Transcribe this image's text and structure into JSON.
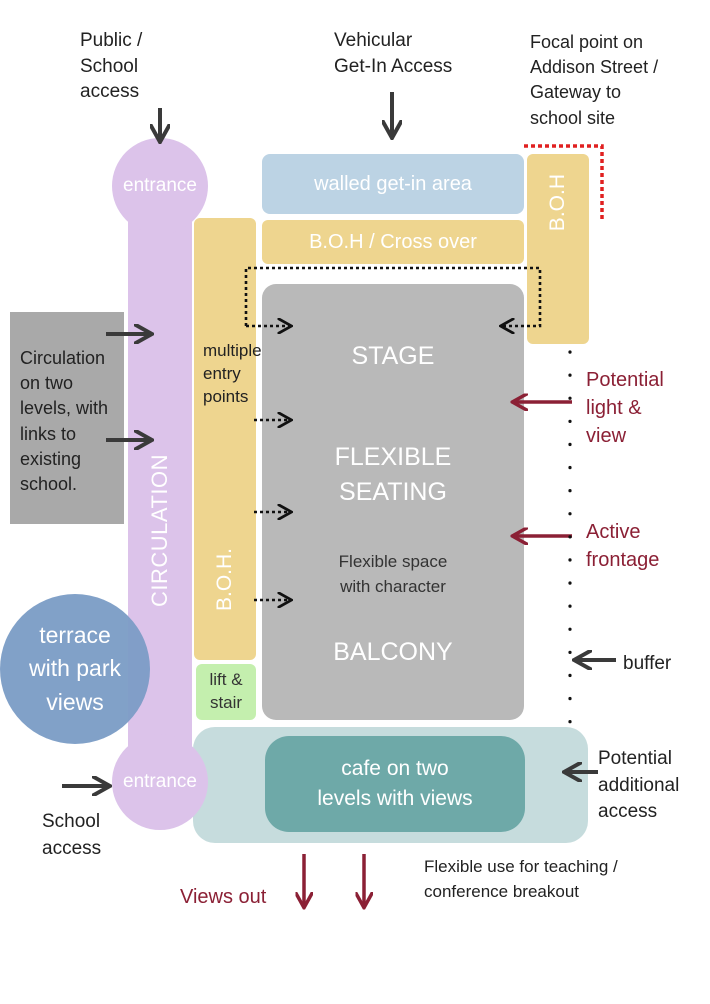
{
  "labels": {
    "public_school_access": "Public /\nSchool\naccess",
    "vehicular_access": "Vehicular\nGet-In Access",
    "focal_point": "Focal point on\nAddison Street /\nGateway to\nschool site",
    "circulation_note": "Circulation\non two\nlevels, with\nlinks to\nexisting\nschool.",
    "multiple_entry": "multiple\nentry\npoints",
    "potential_light": "Potential\nlight &\nview",
    "active_frontage": "Active\nfrontage",
    "buffer": "buffer",
    "potential_access": "Potential\nadditional\naccess",
    "school_access": "School\naccess",
    "views_out": "Views out",
    "flexible_use": "Flexible use for teaching /\nconference breakout"
  },
  "zones": {
    "entrance_top": "entrance",
    "entrance_bottom": "entrance",
    "walled_get_in": "walled get-in area",
    "boh_cross_over": "B.O.H / Cross over",
    "boh_right": "B.O.H",
    "boh_left": "B.O.H.",
    "circulation": "CIRCULATION",
    "stage": "STAGE",
    "flexible_seating": "FLEXIBLE\nSEATING",
    "flexible_space": "Flexible space\nwith character",
    "balcony": "BALCONY",
    "lift_stair": "lift &\nstair",
    "terrace": "terrace\nwith park\nviews",
    "cafe": "cafe on two\nlevels with views"
  },
  "colors": {
    "circulation": "#dcc3ea",
    "boh": "#eed58f",
    "walled": "#bcd3e4",
    "main": "#b9b9b9",
    "lift": "#c4efae",
    "terrace": "#7b9cc6",
    "cafe_outer": "#c6dcdd",
    "cafe_inner": "#6ea9a8",
    "grey_box": "#a9a9a9",
    "accent_red": "#8b2035",
    "arrow_dark": "#3a3a3a"
  }
}
